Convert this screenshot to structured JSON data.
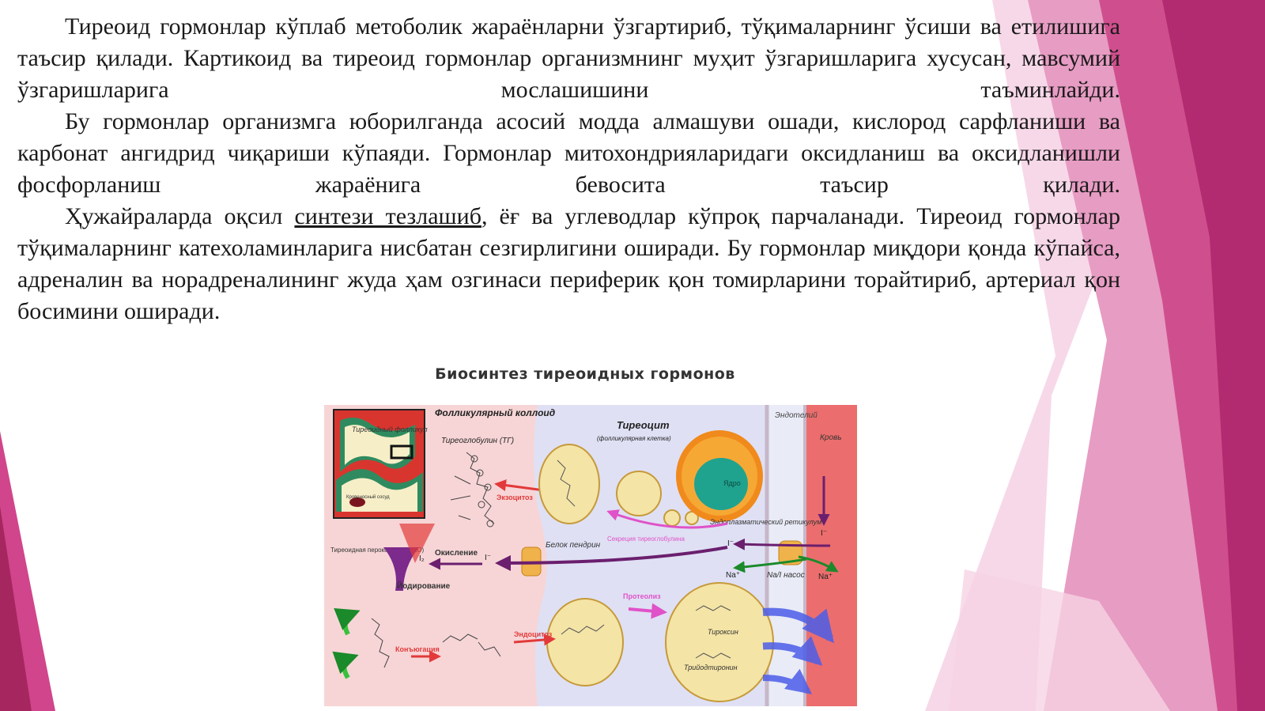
{
  "paragraphs": {
    "p1": "Тиреоид гормонлар кўплаб метоболик жараёнларни ўзгартириб, тўқималарнинг ўсиши ва етилишига таъсир қилади. Картикоид ва тиреоид гормонлар организмнинг муҳит ўзгаришларига хусусан, мавсумий ўзгаришларига мослашишини таъминлайди.",
    "p2": "Бу гормонлар организмга юборилганда асосий модда алмашуви ошади, кислород сарфланиши ва карбонат ангидрид чиқариши кўпаяди. Гормонлар митохондрияларидаги оксидланиш ва оксидланишли фосфорланиш жараёнига бевосита таъсир қилади.",
    "p3_before": "Ҳужайраларда оқсил ",
    "p3_link": "синтези тезлашиб",
    "p3_after": ", ёғ ва углеводлар кўпроқ парчаланади. Тиреоид гормонлар тўқималарнинг катехоламинларига нисбатан сезгирлигини оширади. Бу гормонлар миқдори қонда кўпайса, адреналин ва норадреналининг жуда ҳам озгинаси периферик қон томирларини торайтириб, артериал қон босимини оширади."
  },
  "figure": {
    "title": "Биосинтез тиреоидных гормонов",
    "labels": {
      "follicular_colloid": "Фолликулярный коллоид",
      "thyroglobulin": "Тиреоглобулин (ТГ)",
      "thyrocyte": "Тиреоцит",
      "thyrocyte_sub": "(фолликулярная клетка)",
      "endothelium": "Эндотелий",
      "blood": "Кровь",
      "thyroid_follicle": "Тиреоидный фолликул",
      "blood_vessel": "Кровеносный сосуд",
      "exocytosis": "Экзоцитоз",
      "nucleus": "Ядро",
      "er": "Эндоплазматический ретикулум",
      "pendrin": "Белок пендрин",
      "tg_secretion": "Секреция тиреоглобулина",
      "tpo": "Тиреоидная пероксидаза (ТПО)",
      "oxidation": "Окисление",
      "iodination": "Йодирование",
      "na_i_pump": "Na/I насос",
      "na_plus_1": "Na⁺",
      "na_plus_2": "Na⁺",
      "iodide_1": "I⁻",
      "iodide_2": "I⁻",
      "iodide_3": "I⁻",
      "iodine": "I₂",
      "proteolysis": "Протеолиз",
      "thyroxine": "Тироксин",
      "triiodothyronine": "Трийодтиронин",
      "conjugation": "Конъюгация",
      "endocytosis": "Эндоцитоз"
    }
  }
}
